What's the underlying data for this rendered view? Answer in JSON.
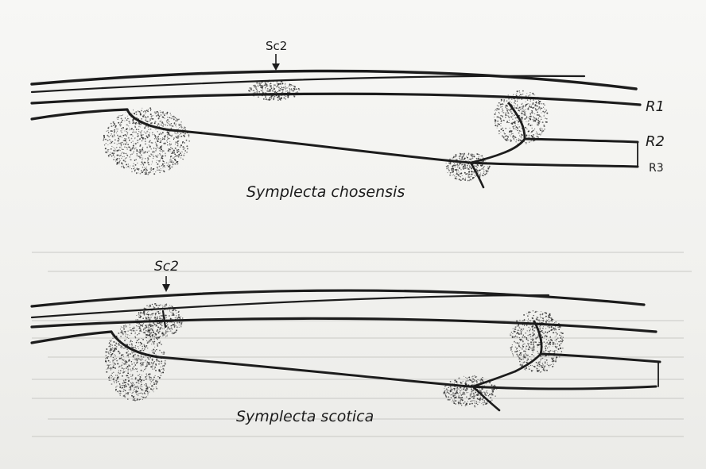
{
  "diagram": {
    "top_figure": {
      "marker_label": "Sc2",
      "vein_labels": {
        "r1": "R1",
        "r2": "R2",
        "r3": "R3"
      },
      "species_name": "Symplecta chosensis"
    },
    "bottom_figure": {
      "marker_label": "Sc2",
      "species_name": "Symplecta scotica"
    }
  },
  "colors": {
    "ink": "#1c1c1c",
    "stipple": "#2a2a2a",
    "paper": "#f4f4f2",
    "ghost_text": "#c9c9c6"
  }
}
